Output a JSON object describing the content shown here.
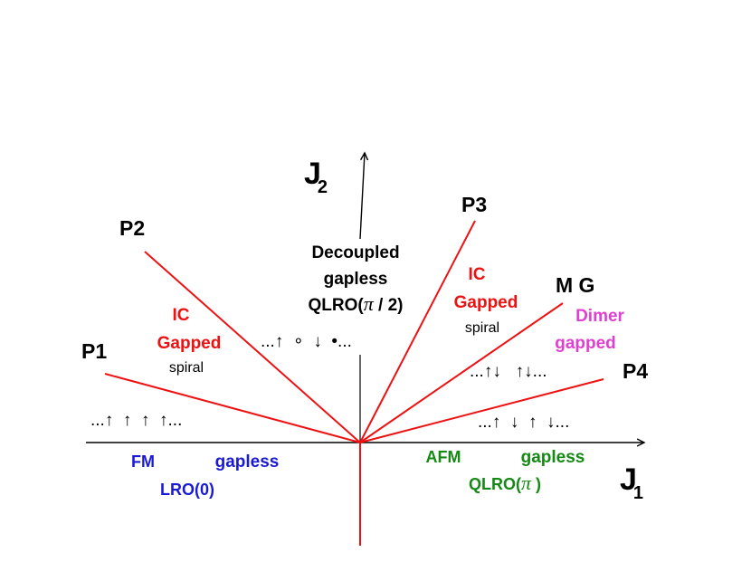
{
  "axes": {
    "j1": {
      "letter": "J",
      "subscript": "1"
    },
    "j2": {
      "letter": "J",
      "subscript": "2"
    }
  },
  "points": {
    "p1": "P1",
    "p2": "P2",
    "p3": "P3",
    "p4": "P4",
    "mg": "M G"
  },
  "regions": {
    "ic_left": {
      "title": "IC",
      "state": "Gapped",
      "order": "spiral"
    },
    "ic_right": {
      "title": "IC",
      "state": "Gapped",
      "order": "spiral"
    },
    "decoupled": {
      "line1": "Decoupled",
      "line2": "gapless",
      "qlro_prefix": "QLRO(",
      "qlro_pi": "π",
      "qlro_suffix": " / 2)"
    },
    "dimer": {
      "line1": "Dimer",
      "line2": "gapped"
    },
    "fm": {
      "name": "FM",
      "state": "gapless",
      "order": "LRO(0)"
    },
    "afm": {
      "name": "AFM",
      "state": "gapless",
      "qlro_prefix": "QLRO(",
      "qlro_pi": "π",
      "qlro_suffix": " )"
    }
  },
  "spin_patterns": {
    "fm": "...↑  ↑  ↑  ↑...",
    "decoupled": "...↑  ∘  ↓  •...",
    "dimer": "...↑↓   ↑↓...",
    "afm": "...↑  ↓  ↑  ↓..."
  },
  "colors": {
    "phase_boundary": "#ee1111",
    "axis": "#000000",
    "ic_label": "#ee1111",
    "fm_label": "#1a1ad6",
    "afm_label": "#148a14",
    "dimer_label": "#e040d0"
  }
}
